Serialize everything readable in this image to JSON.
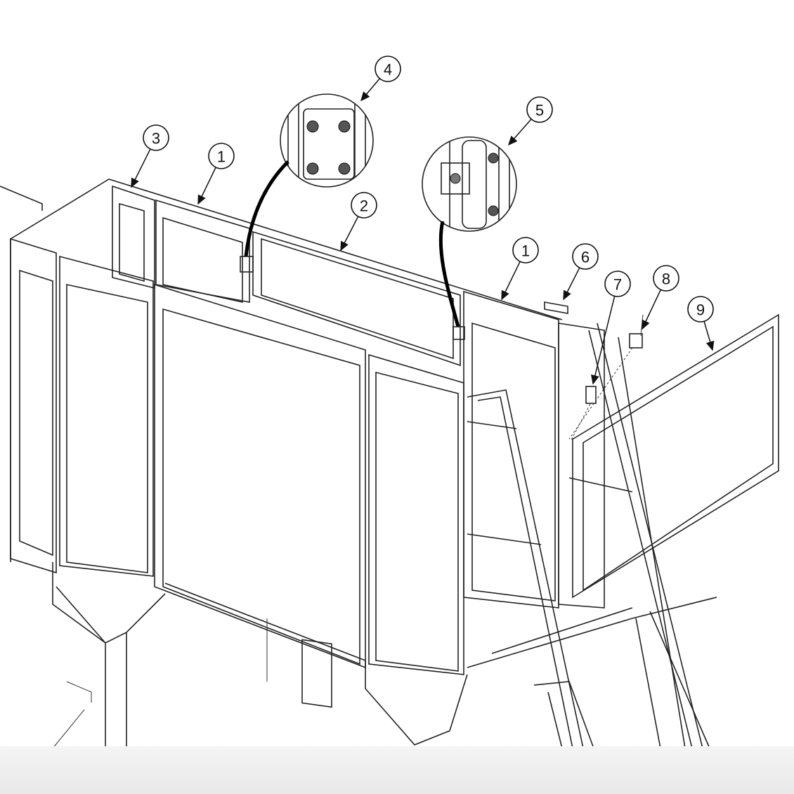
{
  "diagram": {
    "type": "exploded parts illustration - guard rail / fence panels with ladder",
    "callouts": [
      {
        "label": "3"
      },
      {
        "label": "1"
      },
      {
        "label": "4"
      },
      {
        "label": "2"
      },
      {
        "label": "5"
      },
      {
        "label": "1"
      },
      {
        "label": "6"
      },
      {
        "label": "7"
      },
      {
        "label": "8"
      },
      {
        "label": "9"
      }
    ],
    "detail_views": [
      {
        "name": "bolted-plate-detail",
        "callout": "4"
      },
      {
        "name": "hinge-latch-detail",
        "callout": "5"
      }
    ],
    "colors": {
      "line": "#222222",
      "background": "#ffffff"
    }
  }
}
